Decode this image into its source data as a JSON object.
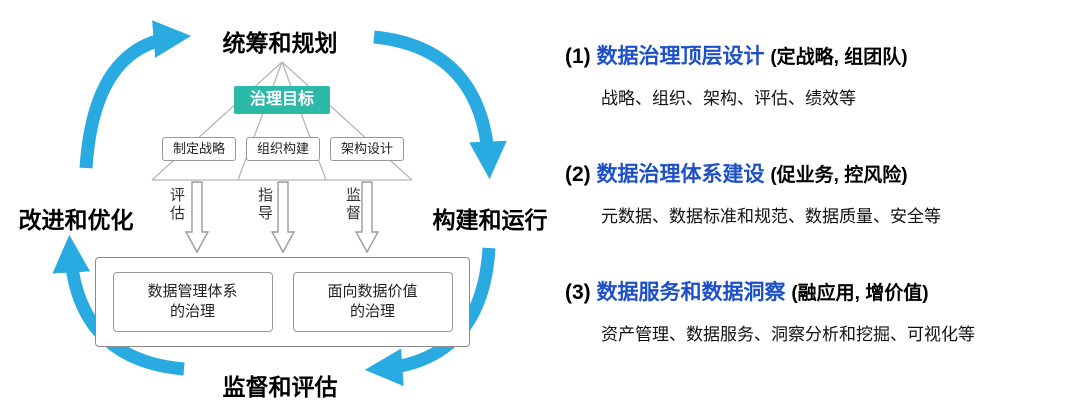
{
  "colors": {
    "cycle_arrow": "#29abe2",
    "goal_box": "#2cb9a8",
    "item_title": "#1d50c8"
  },
  "cycle": {
    "top": "统筹和规划",
    "right": "构建和运行",
    "bottom": "监督和评估",
    "left": "改进和优化"
  },
  "pyramid": {
    "goal": "治理目标",
    "boxes": [
      "制定战略",
      "组织构建",
      "架构设计"
    ],
    "flow_labels": [
      "评估",
      "指导",
      "监督"
    ]
  },
  "governance": {
    "boxes": [
      {
        "line1": "数据管理体系",
        "line2": "的治理"
      },
      {
        "line1": "面向数据价值",
        "line2": "的治理"
      }
    ]
  },
  "items": [
    {
      "num": "(1)",
      "title": "数据治理顶层设计",
      "suffix": "(定战略, 组团队)",
      "desc": "战略、组织、架构、评估、绩效等"
    },
    {
      "num": "(2)",
      "title": "数据治理体系建设",
      "suffix": "(促业务, 控风险)",
      "desc": "元数据、数据标准和规范、数据质量、安全等"
    },
    {
      "num": "(3)",
      "title": "数据服务和数据洞察",
      "suffix": "(融应用, 增价值)",
      "desc": "资产管理、数据服务、洞察分析和挖掘、可视化等"
    }
  ]
}
